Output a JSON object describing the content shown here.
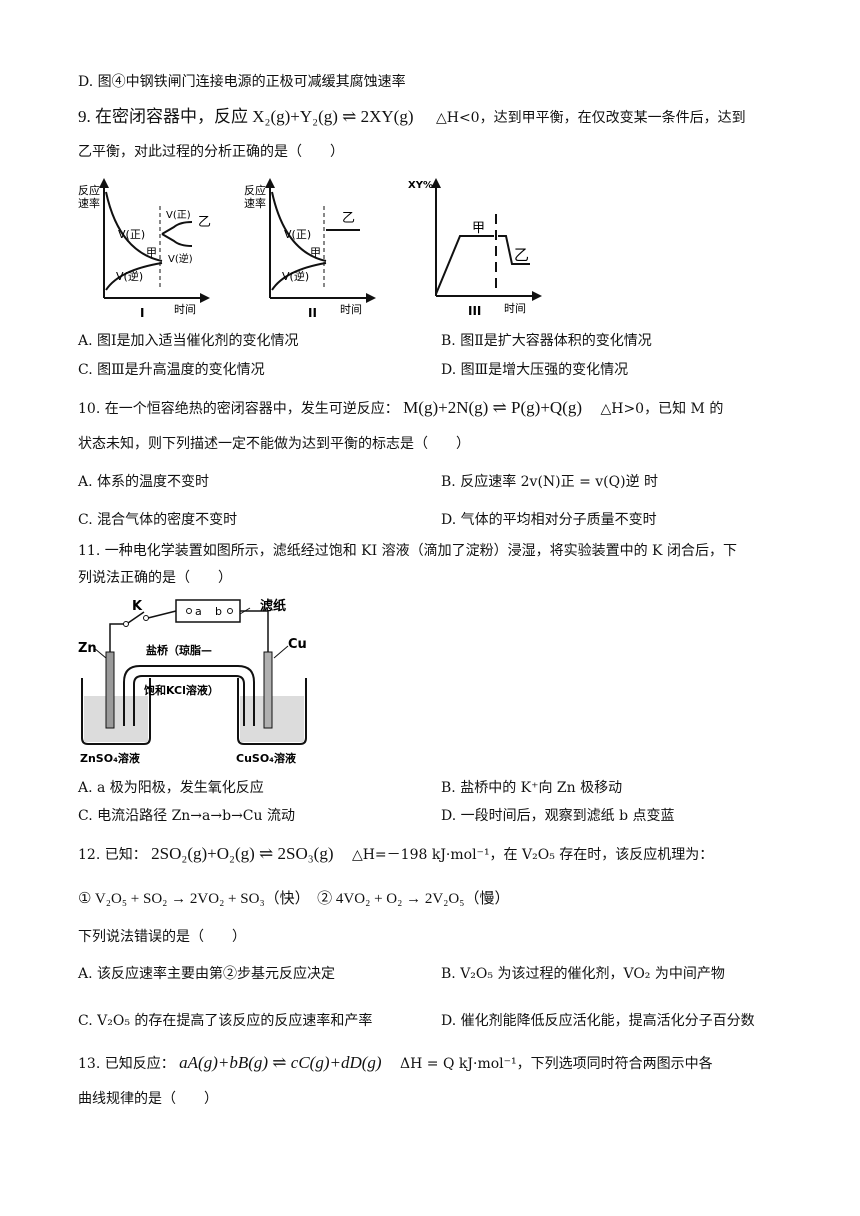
{
  "q8": {
    "optD": "D. 图④中钢铁闸门连接电源的正极可减缓其腐蚀速率"
  },
  "q9": {
    "stem_a": "9. 在密闭容器中，反应 X₂(g)+Y₂(g) ⇌ 2XY(g)",
    "stem_b": "△H<0，达到甲平衡，在仅改变某一条件后，达到",
    "stem_c": "乙平衡，对此过程的分析正确的是（　　）",
    "fig1": {
      "ylabel1": "反应",
      "ylabel2": "速率",
      "v_pos": "V(正)",
      "v_neg": "V(逆)",
      "v_pos2": "V(正)",
      "v_neg2": "V(逆)",
      "jia": "甲",
      "yi": "乙",
      "xlabel": "时间",
      "roman": "I"
    },
    "fig2": {
      "ylabel1": "反应",
      "ylabel2": "速率",
      "v_pos": "V(正)",
      "v_neg": "V(逆)",
      "jia": "甲",
      "yi": "乙",
      "xlabel": "时间",
      "roman": "II"
    },
    "fig3": {
      "ylabel": "XY%",
      "jia": "甲",
      "yi": "乙",
      "xlabel": "时间",
      "roman": "III"
    },
    "optA": "A. 图Ⅰ是加入适当催化剂的变化情况",
    "optB": "B. 图Ⅱ是扩大容器体积的变化情况",
    "optC": "C. 图Ⅲ是升高温度的变化情况",
    "optD": "D. 图Ⅲ是增大压强的变化情况"
  },
  "q10": {
    "stem_a": "10. 在一个恒容绝热的密闭容器中，发生可逆反应：",
    "eq": "M(g)+2N(g) ⇌ P(g)+Q(g)",
    "stem_b": "△H>0，已知 M 的",
    "stem_c": "状态未知，则下列描述一定不能做为达到平衡的标志是（　　）",
    "optA": "A. 体系的温度不变时",
    "optB": "B. 反应速率 2v(N)正 = v(Q)逆 时",
    "optC": "C. 混合气体的密度不变时",
    "optD": "D. 气体的平均相对分子质量不变时"
  },
  "q11": {
    "stem_a": "11. 一种电化学装置如图所示，滤纸经过饱和 KI 溶液（滴加了淀粉）浸湿，将实验装置中的 K 闭合后，下",
    "stem_b": "列说法正确的是（　　）",
    "fig": {
      "k": "K",
      "a": "a",
      "b": "b",
      "paper": "滤纸",
      "zn": "Zn",
      "cu": "Cu",
      "bridge1": "盐桥（琼脂—",
      "bridge2": "饱和KCl溶液）",
      "sol_left": "ZnSO₄溶液",
      "sol_right": "CuSO₄溶液"
    },
    "optA": "A. a 极为阳极，发生氧化反应",
    "optB": "B. 盐桥中的 K⁺向 Zn 极移动",
    "optC": "C. 电流沿路径 Zn→a→b→Cu 流动",
    "optD": "D. 一段时间后，观察到滤纸 b 点变蓝"
  },
  "q12": {
    "stem_a": "12. 已知：",
    "eq": "2SO₂(g)+O₂(g) ⇌ 2SO₃(g)",
    "stem_b": "△H=－198 kJ·mol⁻¹，在 V₂O₅ 存在时，该反应机理为：",
    "mech": "① V₂O₅ + SO₂ → 2VO₂ + SO₃（快）　② 4VO₂ + O₂ → 2V₂O₅（慢）",
    "stem_c": "下列说法错误的是（　　）",
    "optA": "A. 该反应速率主要由第②步基元反应决定",
    "optB": "B. V₂O₅ 为该过程的催化剂，VO₂ 为中间产物",
    "optC": "C. V₂O₅ 的存在提高了该反应的反应速率和产率",
    "optD": "D. 催化剂能降低反应活化能，提高活化分子百分数"
  },
  "q13": {
    "stem_a": "13. 已知反应：",
    "eq": "aA(g)+bB(g) ⇌ cC(g)+dD(g)",
    "stem_b": "ΔH = Q kJ·mol⁻¹，下列选项同时符合两图示中各",
    "stem_c": "曲线规律的是（　　）"
  }
}
